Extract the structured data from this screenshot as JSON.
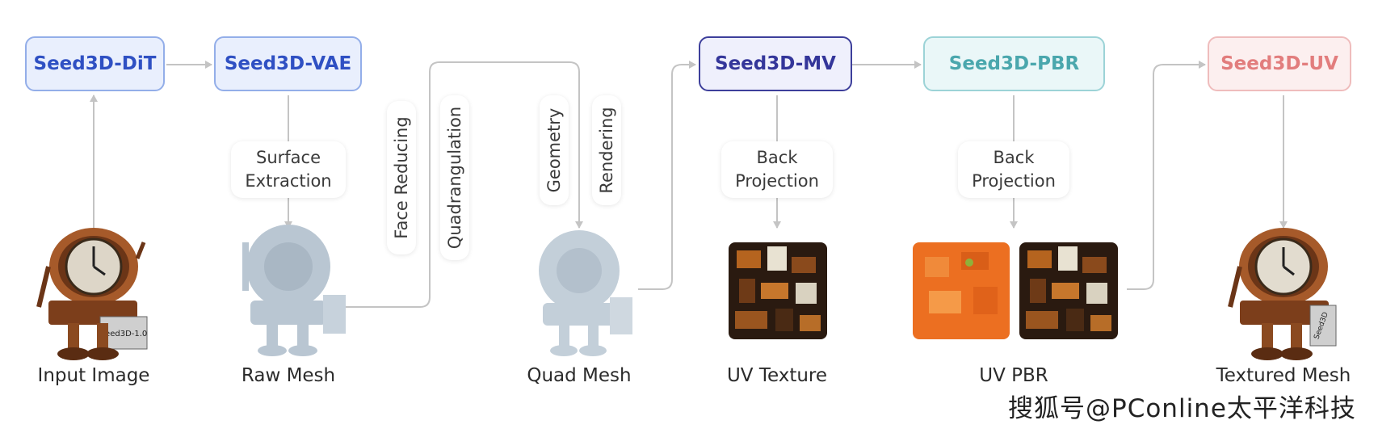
{
  "nodes": {
    "dit": "Seed3D-DiT",
    "vae": "Seed3D-VAE",
    "mv": "Seed3D-MV",
    "pbr": "Seed3D-PBR",
    "uv": "Seed3D-UV"
  },
  "edge_labels": {
    "surface_extraction": [
      "Surface",
      "Extraction"
    ],
    "face_reducing": "Face Reducing",
    "quadrangulation": "Quadrangulation",
    "geometry": "Geometry",
    "rendering": "Rendering",
    "back_projection_1": [
      "Back",
      "Projection"
    ],
    "back_projection_2": [
      "Back",
      "Projection"
    ]
  },
  "captions": {
    "input_image": "Input Image",
    "raw_mesh": "Raw Mesh",
    "quad_mesh": "Quad Mesh",
    "uv_texture": "UV Texture",
    "uv_pbr": "UV PBR",
    "textured_mesh": "Textured Mesh"
  },
  "robot_sign": "Seed3D-1.0",
  "textured_sign": "Seed3D",
  "watermark": "搜狐号@PConline太平洋科技",
  "colors": {
    "line": "#c4c4c4",
    "blue_text": "#2f50c3",
    "purple_text": "#34369a",
    "teal_text": "#4aa7ad",
    "pink_text": "#e27d7d",
    "mesh": "#b9c6d2",
    "copper": "#a65a2a"
  }
}
